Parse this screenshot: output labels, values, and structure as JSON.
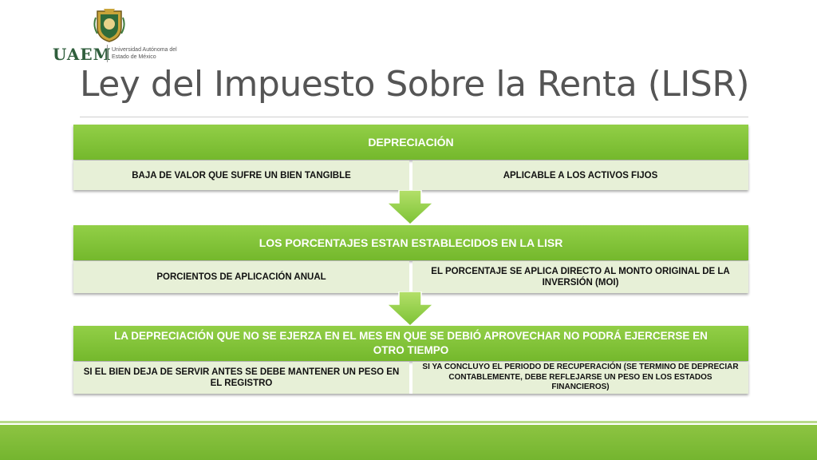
{
  "logo": {
    "acronym": "UAEM",
    "university": "Universidad Autónoma del Estado de México"
  },
  "slide": {
    "title": "Ley del Impuesto Sobre la Renta (LISR)"
  },
  "blocks": [
    {
      "header": "DEPRECIACIÓN",
      "left": "BAJA DE VALOR QUE SUFRE UN BIEN TANGIBLE",
      "right": "APLICABLE A LOS ACTIVOS FIJOS"
    },
    {
      "header": "LOS PORCENTAJES ESTAN ESTABLECIDOS EN LA LISR",
      "left": "PORCIENTOS DE APLICACIÓN ANUAL",
      "right": "EL PORCENTAJE SE APLICA DIRECTO AL MONTO ORIGINAL DE LA INVERSIÓN (MOI)"
    },
    {
      "header": "LA DEPRECIACIÓN QUE NO SE EJERZA EN EL MES EN QUE SE DEBIÓ APROVECHAR NO PODRÁ EJERCERSE EN OTRO TIEMPO",
      "left": "SI EL BIEN DEJA DE SERVIR ANTES SE DEBE MANTENER UN PESO EN EL REGISTRO",
      "right": "SI YA CONCLUYO EL PERIODO DE RECUPERACIÓN (SE TERMINO DE DEPRECIAR CONTABLEMENTE, DEBE REFLEJARSE UN PESO EN LOS ESTADOS FINANCIEROS)"
    }
  ],
  "colors": {
    "accent_green": "#7dbf34",
    "cell_bg": "#e7f0d7",
    "title_gray": "#555555"
  }
}
